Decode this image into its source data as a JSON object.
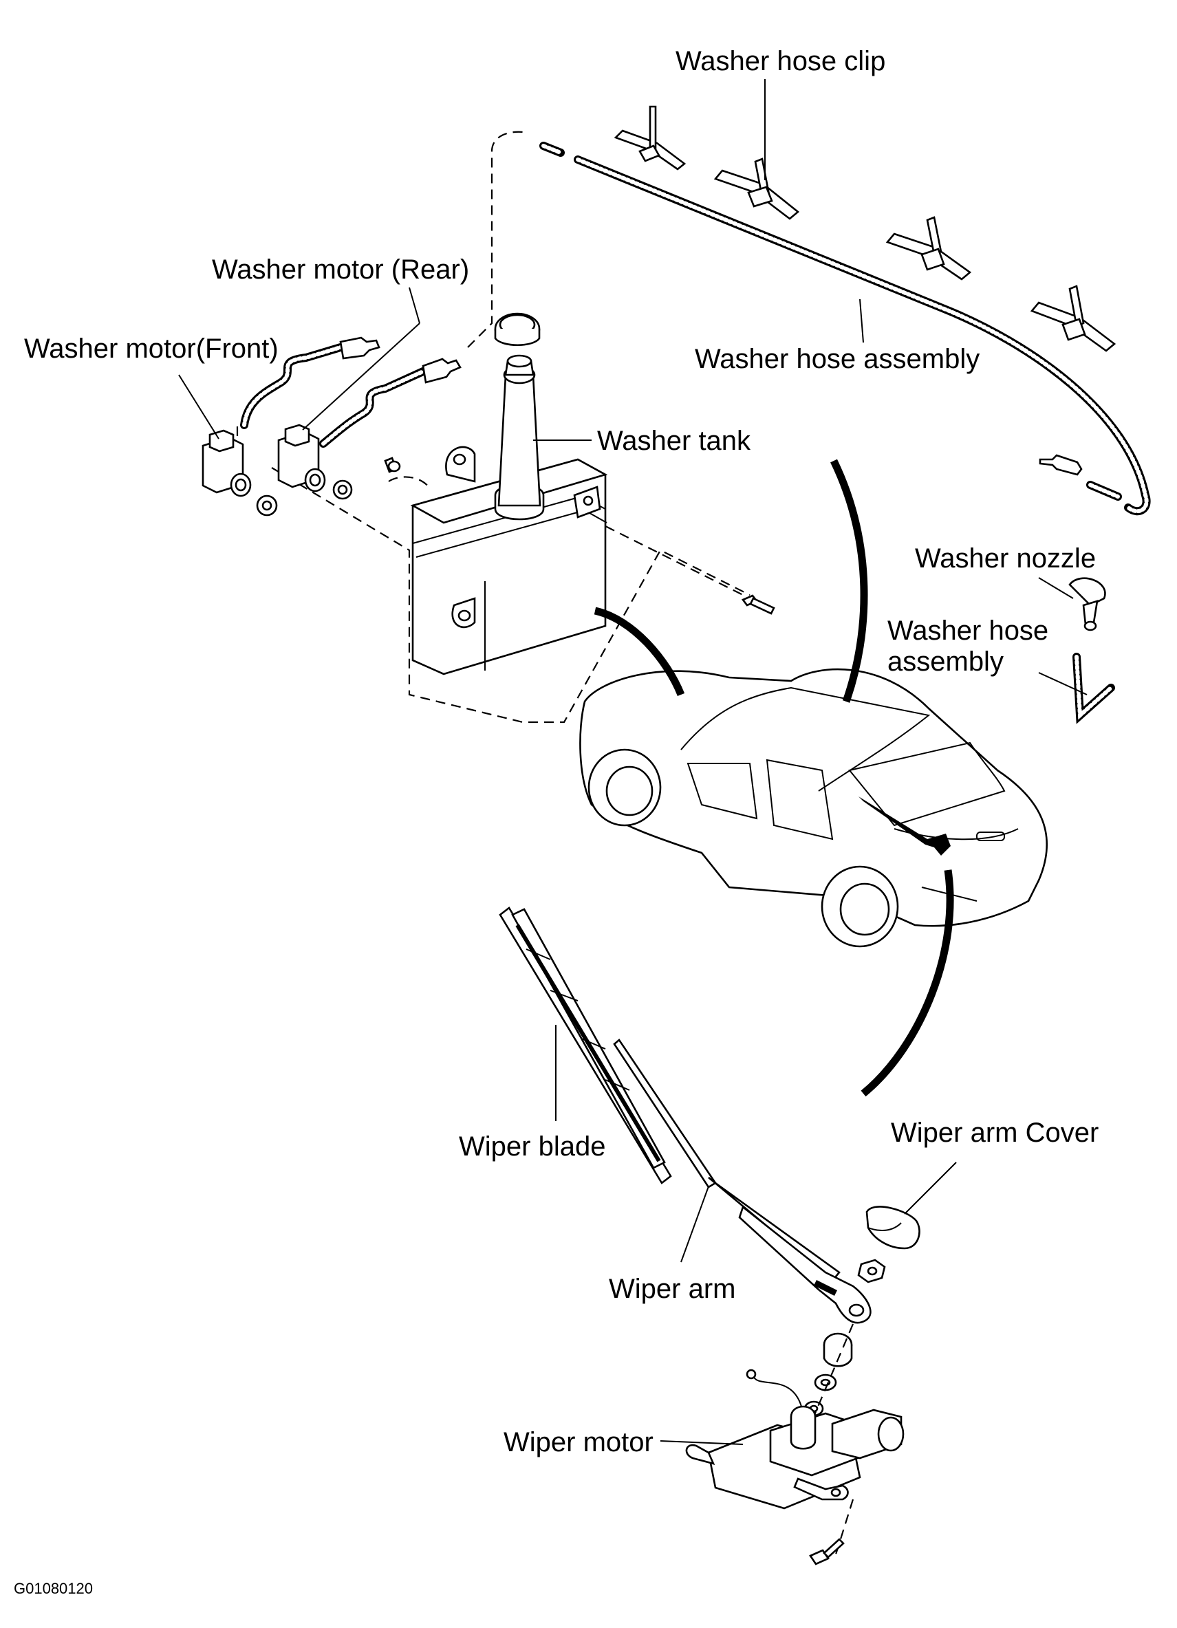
{
  "diagram": {
    "labels": {
      "washer_hose_clip": "Washer hose clip",
      "washer_motor_rear": "Washer motor (Rear)",
      "washer_motor_front": "Washer motor(Front)",
      "washer_hose_assembly_top": "Washer hose assembly",
      "washer_tank": "Washer tank",
      "washer_nozzle": "Washer nozzle",
      "washer_hose_assembly_line1": "Washer hose",
      "washer_hose_assembly_line2": "assembly",
      "wiper_blade": "Wiper blade",
      "wiper_arm_cover": "Wiper arm Cover",
      "wiper_arm": "Wiper arm",
      "wiper_motor": "Wiper motor"
    },
    "figure_id": "G01080120"
  }
}
